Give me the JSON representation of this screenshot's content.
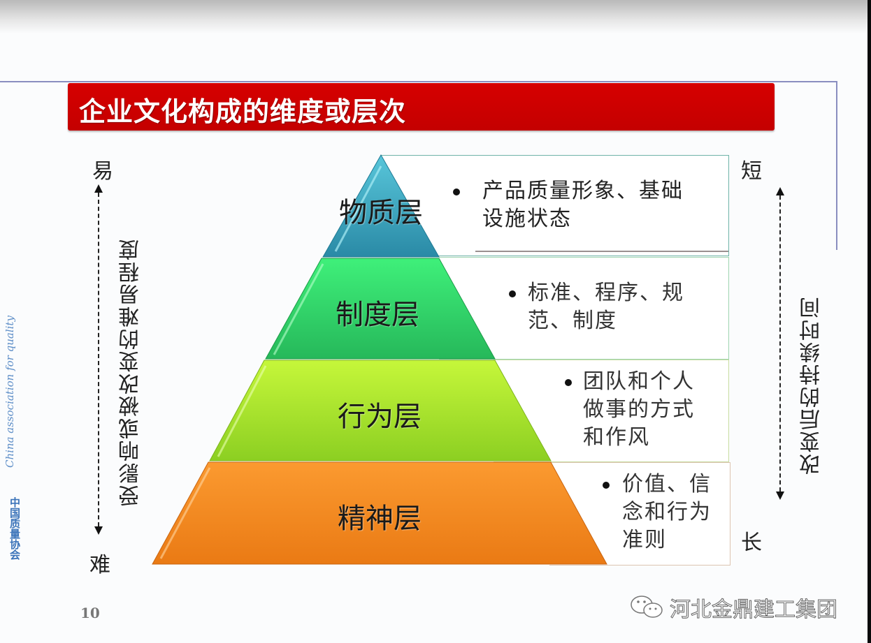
{
  "slide": {
    "title": "企业文化构成的维度或层次",
    "page_number": "10"
  },
  "side_logo": {
    "english": "China association for quality",
    "chinese": "中国质量协会"
  },
  "left_axis": {
    "top_label": "易",
    "bottom_label": "难",
    "caption": "受影响或被改变的难易程度"
  },
  "right_axis": {
    "top_label": "短",
    "bottom_label": "长",
    "caption": "改变后的持续时间"
  },
  "pyramid": {
    "layers": [
      {
        "name": "物质层",
        "color": "#2e9bb5",
        "description_lines": [
          "产品质量形象、基础",
          "设施状态"
        ]
      },
      {
        "name": "制度层",
        "color": "#2fd46a",
        "description_lines": [
          "标准、程序、规",
          "范、制度"
        ]
      },
      {
        "name": "行为层",
        "color": "#9ee02a",
        "description_lines": [
          "团队和个人",
          "做事的方式",
          "和作风"
        ]
      },
      {
        "name": "精神层",
        "color": "#f48a20",
        "description_lines": [
          "价值、信",
          "念和行为",
          "准则"
        ]
      }
    ]
  },
  "watermark": {
    "text": "河北金鼎建工集团",
    "icon": "wechat-icon"
  },
  "colors": {
    "title_bar": "#cc0000",
    "frame_line": "#8a8ec0"
  }
}
